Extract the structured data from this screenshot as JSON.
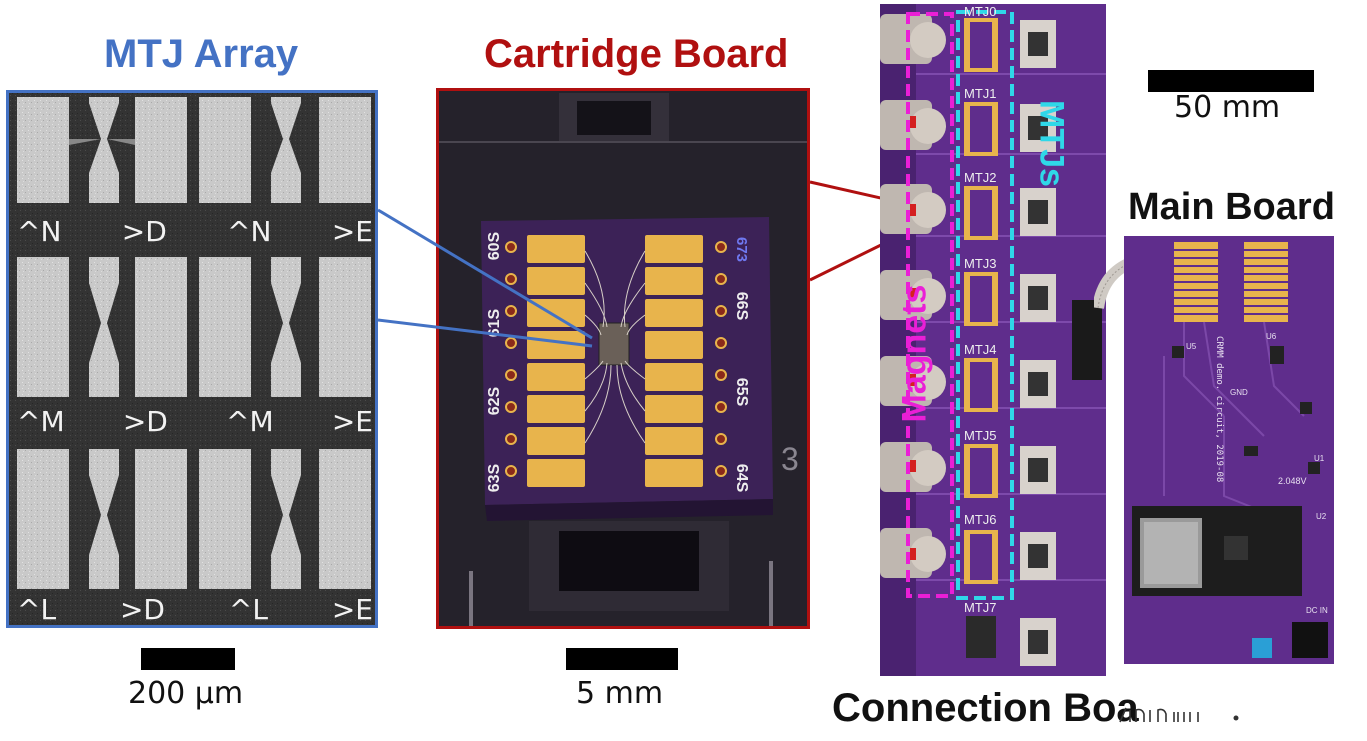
{
  "titles": {
    "mtj_array": "MTJ Array",
    "cartridge_board": "Cartridge Board",
    "main_board": "Main Board",
    "connection_board": "Connection Boa"
  },
  "scale_bars": {
    "mtj": "200 µm",
    "cartridge": "5 mm",
    "photo": "50 mm"
  },
  "sem_labels": {
    "row1": [
      "^N",
      ">D",
      "^N",
      ">E"
    ],
    "row2": [
      "^M",
      ">D",
      "^M",
      ">E"
    ],
    "row3": [
      "^L",
      ">D",
      "^L",
      ">E"
    ]
  },
  "cartridge": {
    "left_labels": [
      "60S",
      "61S",
      "62S",
      "63S"
    ],
    "right_labels": [
      "66S",
      "65S",
      "64S"
    ],
    "corner_label": "673",
    "slot_number": "3"
  },
  "connection_board": {
    "mtj_labels": [
      "MTJ0",
      "MTJ1",
      "MTJ2",
      "MTJ3",
      "MTJ4",
      "MTJ5",
      "MTJ6",
      "MTJ7"
    ],
    "magnets_label": "Magnets",
    "mtjs_label": "MTJs"
  },
  "main_board_silk": {
    "line1": "CRMM demo. circuit, 2019-08",
    "u1": "U1",
    "u2": "U2",
    "u5": "U5",
    "u6": "U6",
    "gnd": "GND",
    "v2048": "2.048V",
    "dcin": "DC IN"
  },
  "colors": {
    "mtj_frame": "#4472c4",
    "cartridge_frame": "#b01010",
    "magenta": "#ea1fd6",
    "cyan": "#2fd8e8",
    "pcb_purple": "#5a2a86",
    "gold_pad": "#e8b44c"
  }
}
